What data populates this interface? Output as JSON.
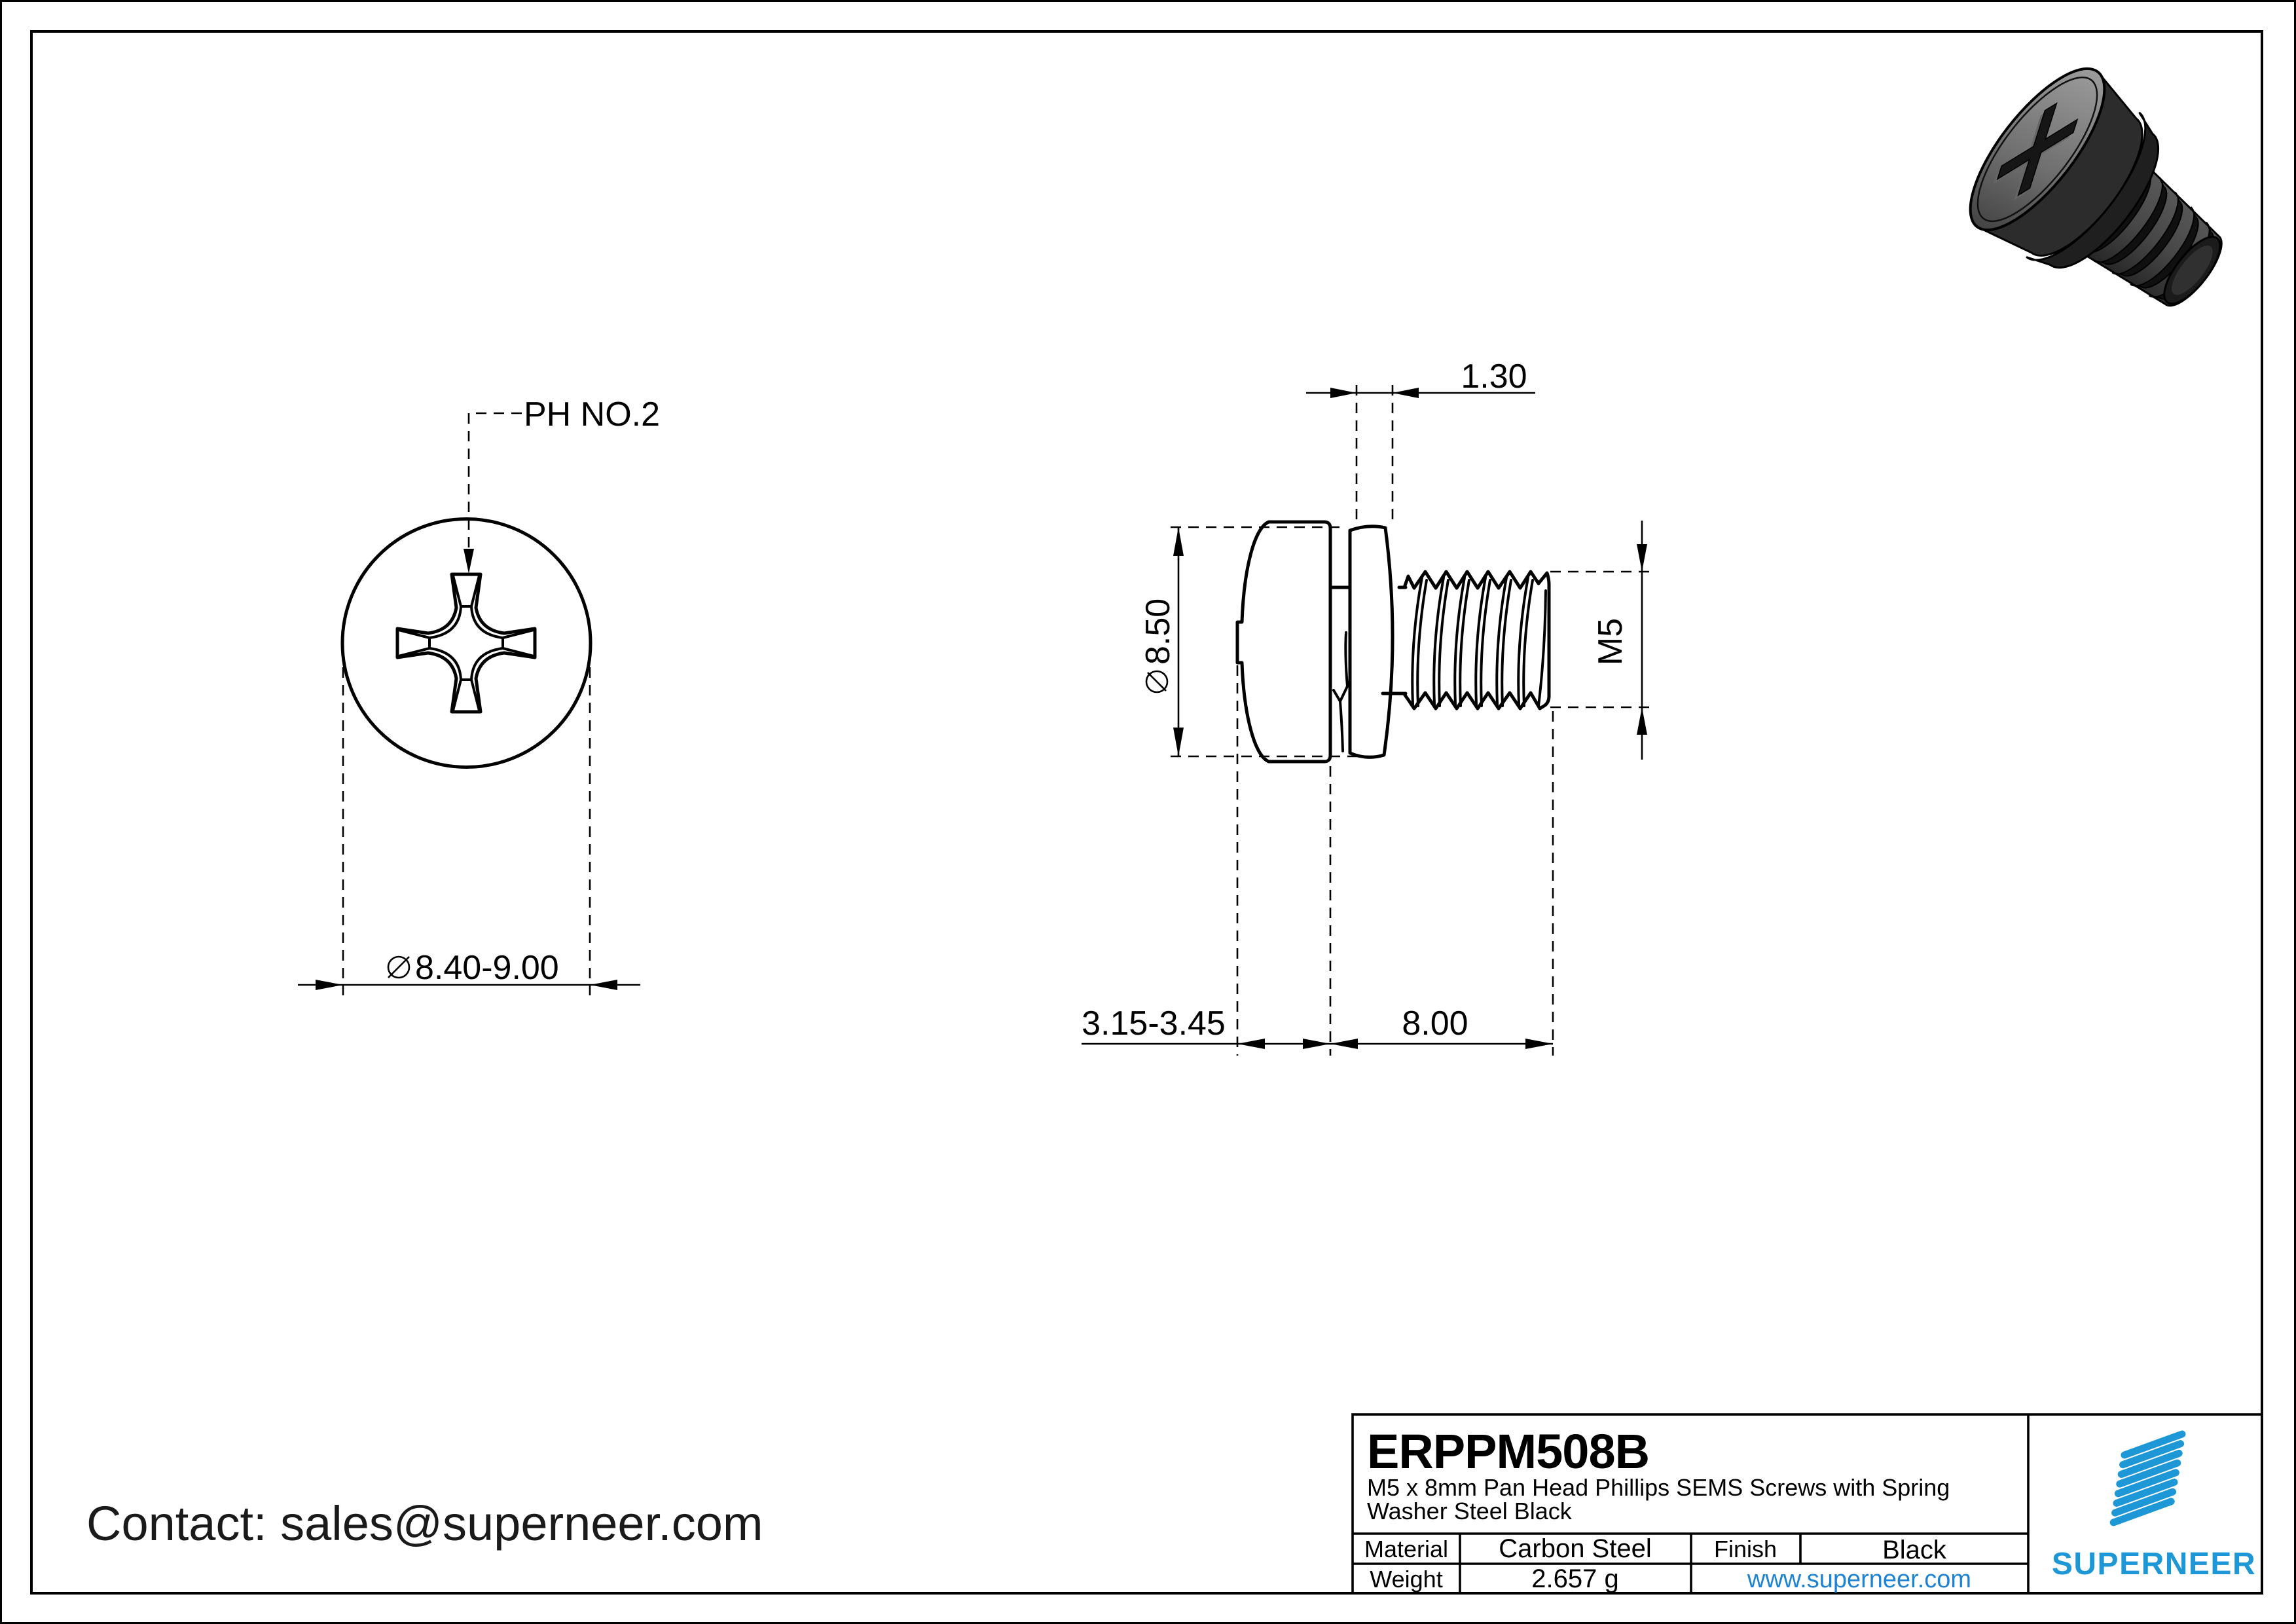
{
  "drawing": {
    "front_view": {
      "leader_label": "PH NO.2",
      "head_diameter_range": "8.40-9.00"
    },
    "side_view": {
      "washer_thickness": "1.30",
      "head_diameter": "8.50",
      "thread_spec": "M5",
      "head_height_range": "3.15-3.45",
      "thread_length": "8.00"
    }
  },
  "contact": {
    "label": "Contact: sales@superneer.com"
  },
  "title_block": {
    "part_number": "ERPPM508B",
    "description_line1": "M5 x 8mm Pan Head Phillips SEMS Screws with Spring",
    "description_line2": "Washer Steel Black",
    "material_label": "Material",
    "material_value": "Carbon Steel",
    "finish_label": "Finish",
    "finish_value": "Black",
    "weight_label": "Weight",
    "weight_value": "2.657 g",
    "website": "www.superneer.com",
    "brand_name": "SUPERNEER"
  },
  "colors": {
    "accent_blue": "#1e97d6",
    "link_blue": "#1d83d4",
    "ink": "#000000"
  }
}
